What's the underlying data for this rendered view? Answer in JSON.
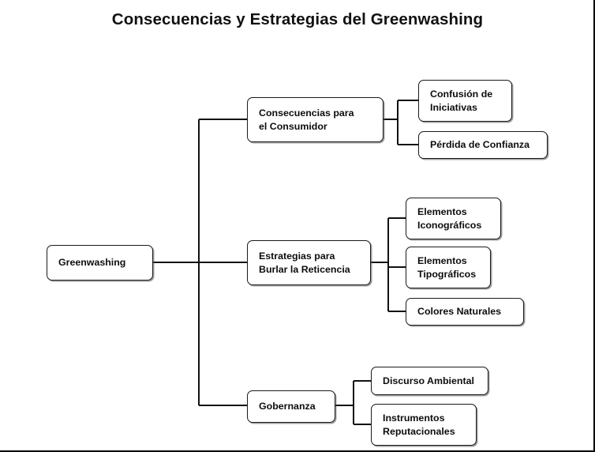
{
  "diagram": {
    "title": "Consecuencias y Estrategias del Greenwashing",
    "type": "tree-mindmap",
    "orientation": "left-to-right",
    "colors": {
      "background": "#ffffff",
      "node_border": "#1a1a1a",
      "node_fill": "#ffffff",
      "text": "#0d0d0d",
      "edge": "#111111",
      "canvas_border": "#000000"
    },
    "root": {
      "label": "Greenwashing"
    },
    "branches": [
      {
        "label": "Consecuencias para\nel Consumidor",
        "children": [
          {
            "label": "Confusión de\nIniciativas"
          },
          {
            "label": "Pérdida de Confianza"
          }
        ]
      },
      {
        "label": "Estrategias para\nBurlar la Reticencia",
        "children": [
          {
            "label": "Elementos\nIconográficos"
          },
          {
            "label": "Elementos\nTipográficos"
          },
          {
            "label": "Colores Naturales"
          }
        ]
      },
      {
        "label": "Gobernanza",
        "children": [
          {
            "label": "Discurso Ambiental"
          },
          {
            "label": "Instrumentos\nReputacionales"
          }
        ]
      }
    ]
  }
}
